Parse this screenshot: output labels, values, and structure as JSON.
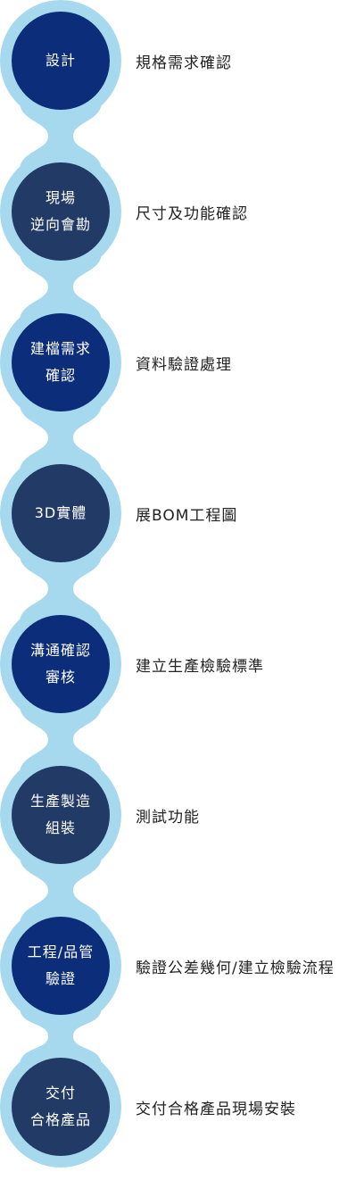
{
  "colors": {
    "ring": "#a7d9ee",
    "navy": "#0c2d7a",
    "slate": "#223b66",
    "description_text": "#222222"
  },
  "steps": [
    {
      "title": [
        "設計"
      ],
      "description": "規格需求確認",
      "style": "navy"
    },
    {
      "title": [
        "現場",
        "逆向會勘"
      ],
      "description": "尺寸及功能確認",
      "style": "slate"
    },
    {
      "title": [
        "建檔需求",
        "確認"
      ],
      "description": "資料驗證處理",
      "style": "navy"
    },
    {
      "title": [
        "3D實體"
      ],
      "description": "展BOM工程圖",
      "style": "slate"
    },
    {
      "title": [
        "溝通確認",
        "審核"
      ],
      "description": "建立生產檢驗標準",
      "style": "navy"
    },
    {
      "title": [
        "生產製造",
        "組裝"
      ],
      "description": "測試功能",
      "style": "slate"
    },
    {
      "title": [
        "工程/品管",
        "驗證"
      ],
      "description": "驗證公差幾何/建立檢驗流程",
      "style": "navy"
    },
    {
      "title": [
        "交付",
        "合格產品"
      ],
      "description": "交付合格產品現場安裝",
      "style": "slate"
    }
  ]
}
